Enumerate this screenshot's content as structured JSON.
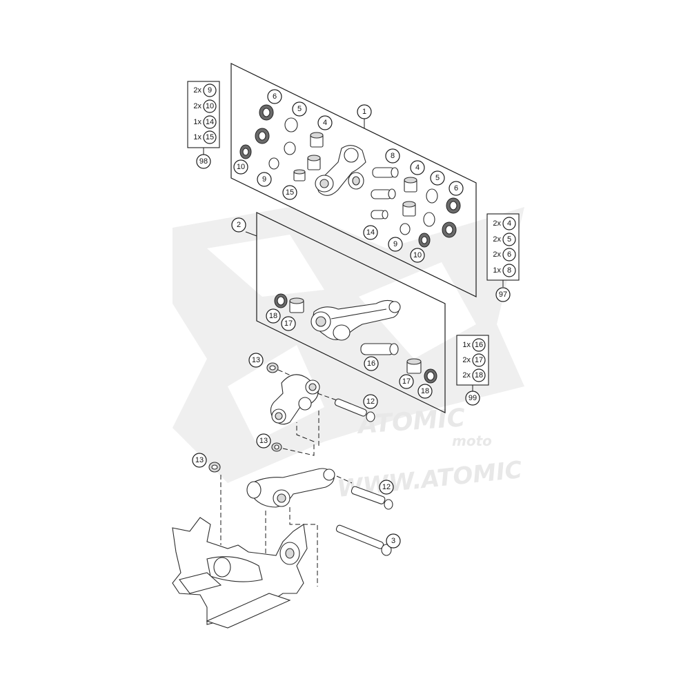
{
  "watermark": {
    "brand_top": "ATOMIC",
    "brand_sub": "moto",
    "url": "WWW.ATOMIC"
  },
  "callouts": {
    "c1": "1",
    "c2": "2",
    "c3": "3",
    "p1_6a": "6",
    "p1_5a": "5",
    "p1_4a": "4",
    "p1_10": "10",
    "p1_9": "9",
    "p1_15": "15",
    "p1_8": "8",
    "p1_4b": "4",
    "p1_5b": "5",
    "p1_6b": "6",
    "p1_14": "14",
    "p1_9b": "9",
    "p1_10b": "10",
    "p2_18a": "18",
    "p2_17a": "17",
    "p2_16": "16",
    "p2_17b": "17",
    "p2_18b": "18",
    "a_13a": "13",
    "a_12a": "12",
    "a_13b": "13",
    "a_13c": "13",
    "a_12b": "12"
  },
  "kits": {
    "k98": {
      "id": "98",
      "rows": [
        {
          "qty": "2x",
          "part": "9"
        },
        {
          "qty": "2x",
          "part": "10"
        },
        {
          "qty": "1x",
          "part": "14"
        },
        {
          "qty": "1x",
          "part": "15"
        }
      ]
    },
    "k97": {
      "id": "97",
      "rows": [
        {
          "qty": "2x",
          "part": "4"
        },
        {
          "qty": "2x",
          "part": "5"
        },
        {
          "qty": "2x",
          "part": "6"
        },
        {
          "qty": "1x",
          "part": "8"
        }
      ]
    },
    "k99": {
      "id": "99",
      "rows": [
        {
          "qty": "1x",
          "part": "16"
        },
        {
          "qty": "2x",
          "part": "17"
        },
        {
          "qty": "2x",
          "part": "18"
        }
      ]
    }
  }
}
